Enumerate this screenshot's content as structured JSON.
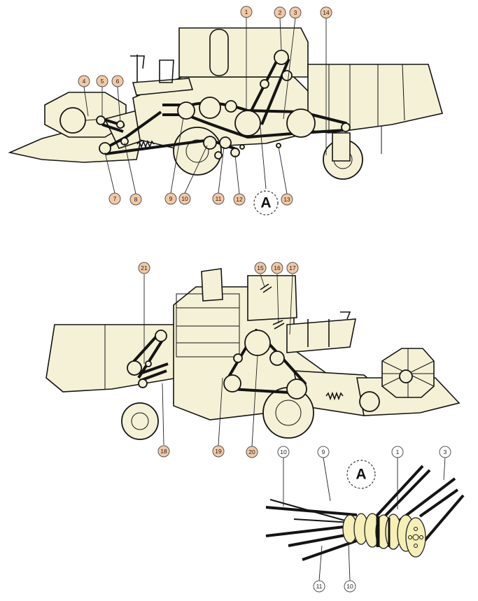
{
  "callouts": {
    "c1": "1",
    "c2": "2",
    "c3": "3",
    "c4": "4",
    "c5": "5",
    "c6": "6",
    "c7": "7",
    "c8": "8",
    "c9": "9",
    "c10": "10",
    "c11": "11",
    "c12": "12",
    "c13": "13",
    "c14": "14",
    "c15": "15",
    "c16": "16",
    "c17": "17",
    "c18": "18",
    "c19": "19",
    "c20": "20",
    "c21": "21"
  },
  "detail_callouts": {
    "d10a": "10",
    "d9": "9",
    "d1": "1",
    "d3": "3",
    "d11": "11",
    "d10b": "10"
  },
  "marker_label": "A",
  "detail_label": "A",
  "colors": {
    "machine_fill": "#f5f1d6",
    "callout_orange": "#f3c9a4",
    "callout_white": "#ffffff",
    "line": "#141414"
  }
}
